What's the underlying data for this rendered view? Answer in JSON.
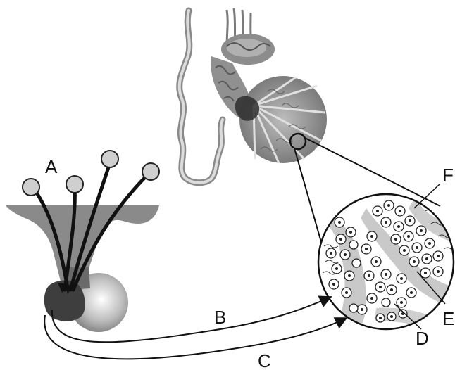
{
  "labels": {
    "a": "A",
    "b": "B",
    "c": "C",
    "d": "D",
    "e": "E",
    "f": "F"
  },
  "colors": {
    "ink": "#111111",
    "gland_light": "#b8b8b8",
    "gland_dark": "#3a3a3a",
    "tissue": "#cfcfcf",
    "testis_gray": "#9a9a9a"
  }
}
